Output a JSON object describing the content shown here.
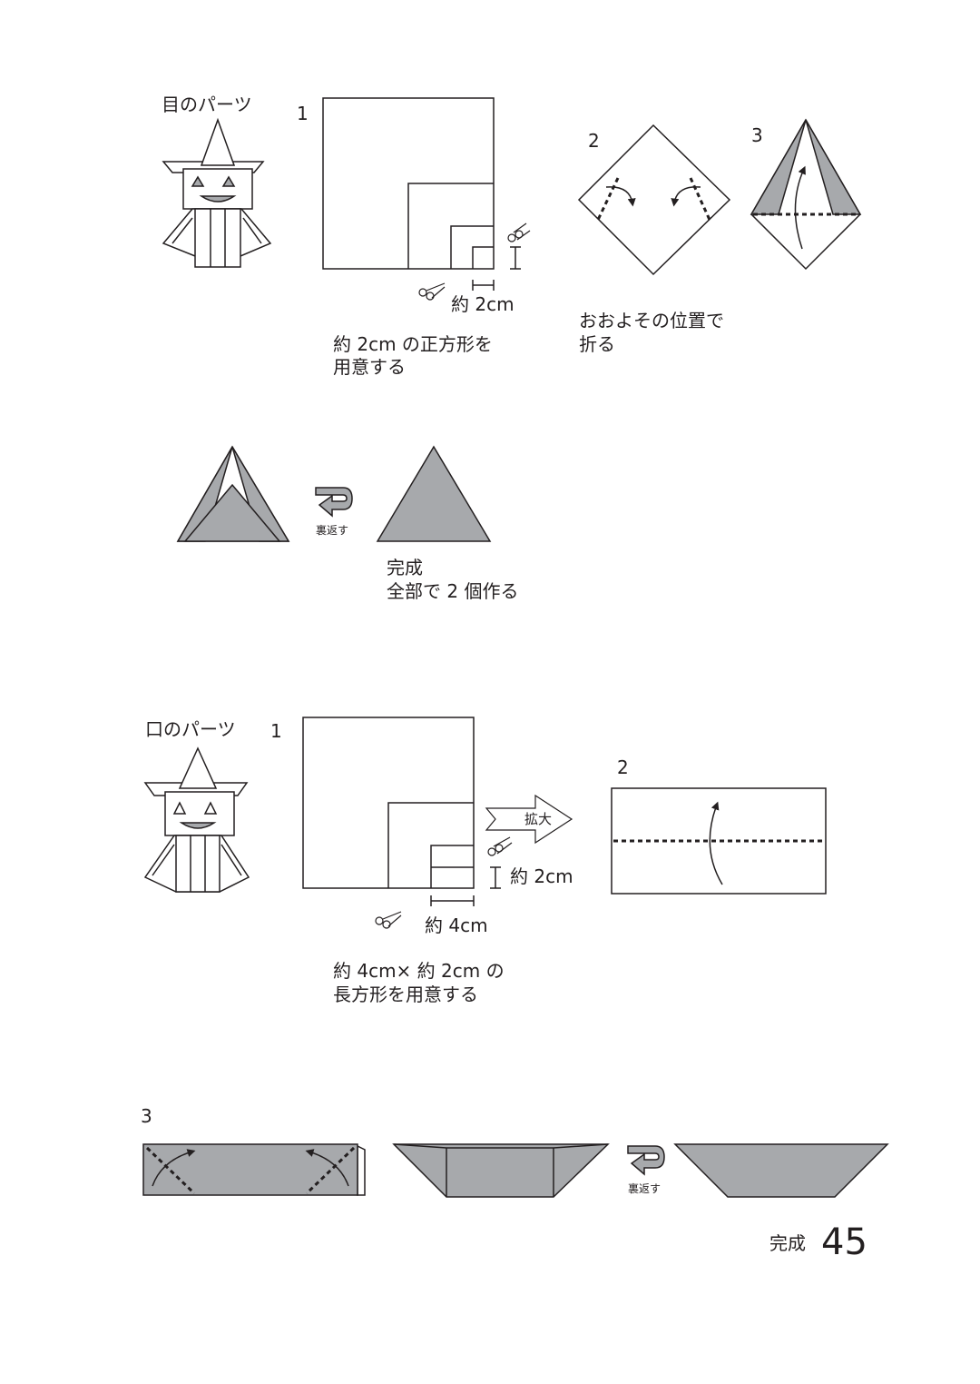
{
  "eye_section": {
    "title": "目のパーツ",
    "step1": {
      "number": "1",
      "dim_label": "約 2cm",
      "caption_lines": [
        "約 2cm の正方形を",
        "用意する"
      ]
    },
    "step2": {
      "number": "2",
      "caption_lines": [
        "おおよその位置で",
        "折る"
      ]
    },
    "step3": {
      "number": "3"
    },
    "turn_over_label": "裏返す",
    "done_lines": [
      "完成",
      "全部で 2 個作る"
    ]
  },
  "mouth_section": {
    "title": "口のパーツ",
    "step1": {
      "number": "1",
      "dim_height": "約 2cm",
      "dim_width": "約 4cm",
      "enlarge_label": "拡大",
      "caption_lines": [
        "約 4cm× 約 2cm の",
        "長方形を用意する"
      ]
    },
    "step2": {
      "number": "2"
    },
    "step3": {
      "number": "3"
    },
    "turn_over_label": "裏返す"
  },
  "footer": {
    "done_label": "完成",
    "page_number": "45"
  },
  "colors": {
    "line": "#231f20",
    "paper_fill": "#a7a9ac",
    "white": "#ffffff"
  }
}
